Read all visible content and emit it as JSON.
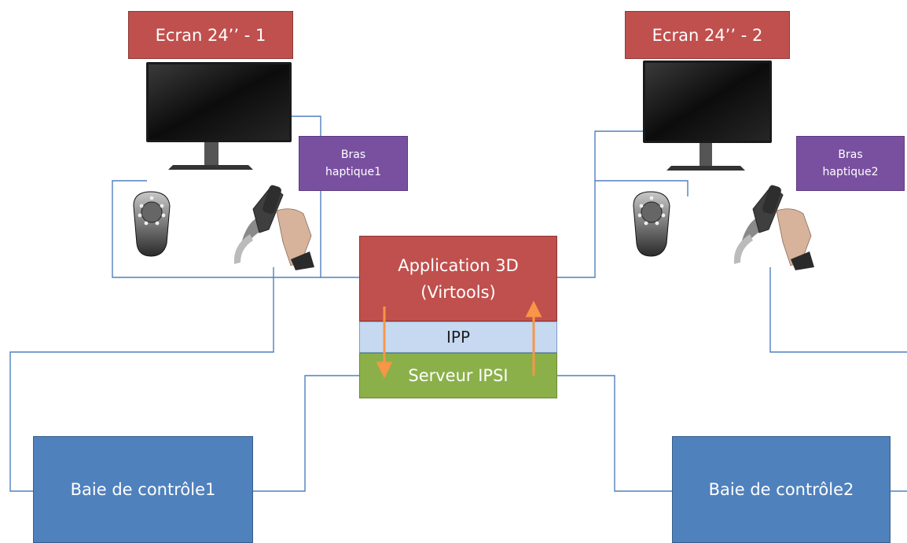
{
  "screens": {
    "screen1_label": "Ecran 24’’ - 1",
    "screen2_label": "Ecran 24’’ - 2"
  },
  "haptic": {
    "arm1_line1": "Bras",
    "arm1_line2": "haptique1",
    "arm2_line1": "Bras",
    "arm2_line2": "haptique2"
  },
  "center": {
    "app_line1": "Application 3D",
    "app_line2": "(Virtools)",
    "ipp_label": "IPP",
    "server_label": "Serveur IPSI"
  },
  "bays": {
    "bay1_label": "Baie de contrôle1",
    "bay2_label": "Baie de contrôle2"
  },
  "colors": {
    "red": "#c0504d",
    "purple": "#7950a0",
    "blue": "#4f81bd",
    "ipp_blue": "#c6d9f1",
    "green": "#8bb04a",
    "wire": "#4f81bd",
    "arrow": "#f79646"
  }
}
